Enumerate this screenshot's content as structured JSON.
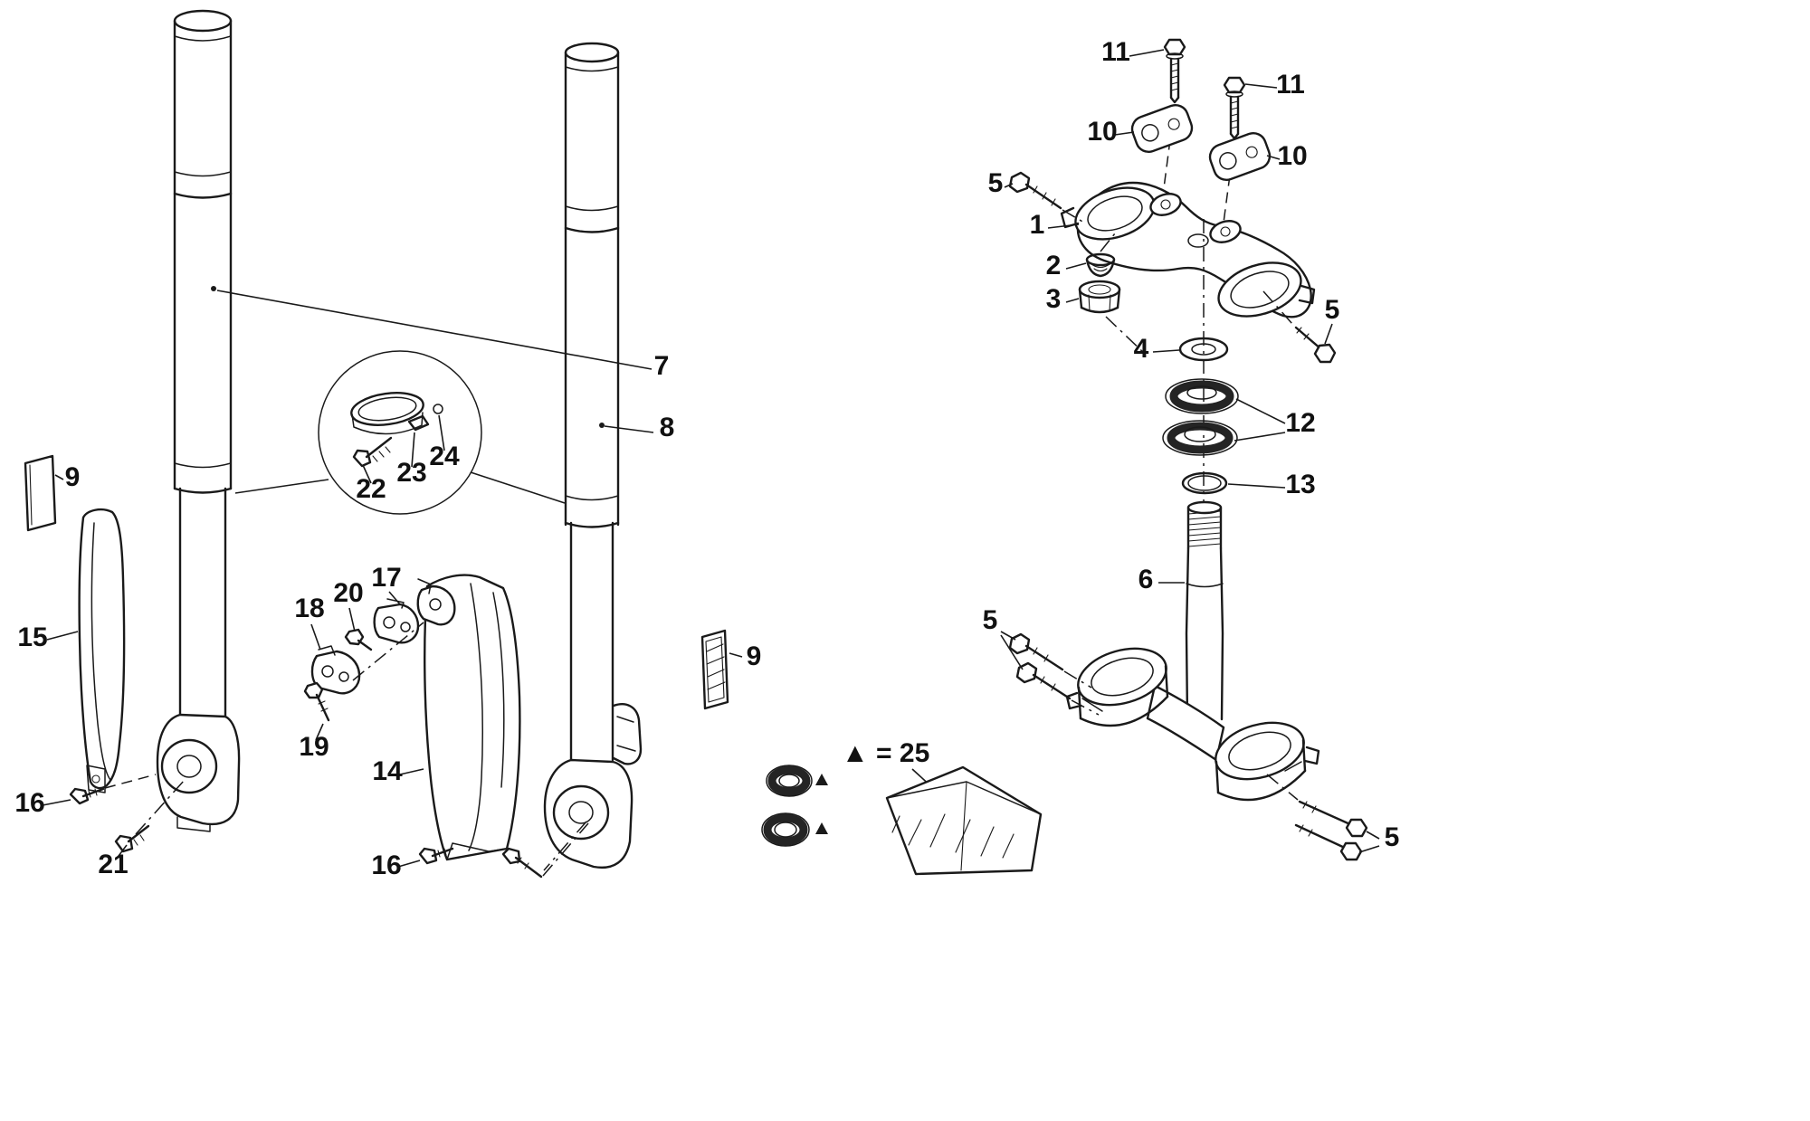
{
  "colors": {
    "background": "#ffffff",
    "line": "#1a1a1a",
    "label": "#111111"
  },
  "legend": {
    "text": "▲ = 25"
  },
  "callouts": [
    {
      "label": "7"
    },
    {
      "label": "8"
    },
    {
      "label": "9"
    },
    {
      "label": "15"
    },
    {
      "label": "16"
    },
    {
      "label": "21"
    },
    {
      "label": "22"
    },
    {
      "label": "23"
    },
    {
      "label": "24"
    },
    {
      "label": "17"
    },
    {
      "label": "20"
    },
    {
      "label": "18"
    },
    {
      "label": "19"
    },
    {
      "label": "14"
    },
    {
      "label": "16"
    },
    {
      "label": "9"
    },
    {
      "label": "11"
    },
    {
      "label": "11"
    },
    {
      "label": "10"
    },
    {
      "label": "10"
    },
    {
      "label": "5"
    },
    {
      "label": "1"
    },
    {
      "label": "2"
    },
    {
      "label": "3"
    },
    {
      "label": "4"
    },
    {
      "label": "5"
    },
    {
      "label": "12"
    },
    {
      "label": "13"
    },
    {
      "label": "6"
    },
    {
      "label": "5"
    },
    {
      "label": "5"
    }
  ]
}
